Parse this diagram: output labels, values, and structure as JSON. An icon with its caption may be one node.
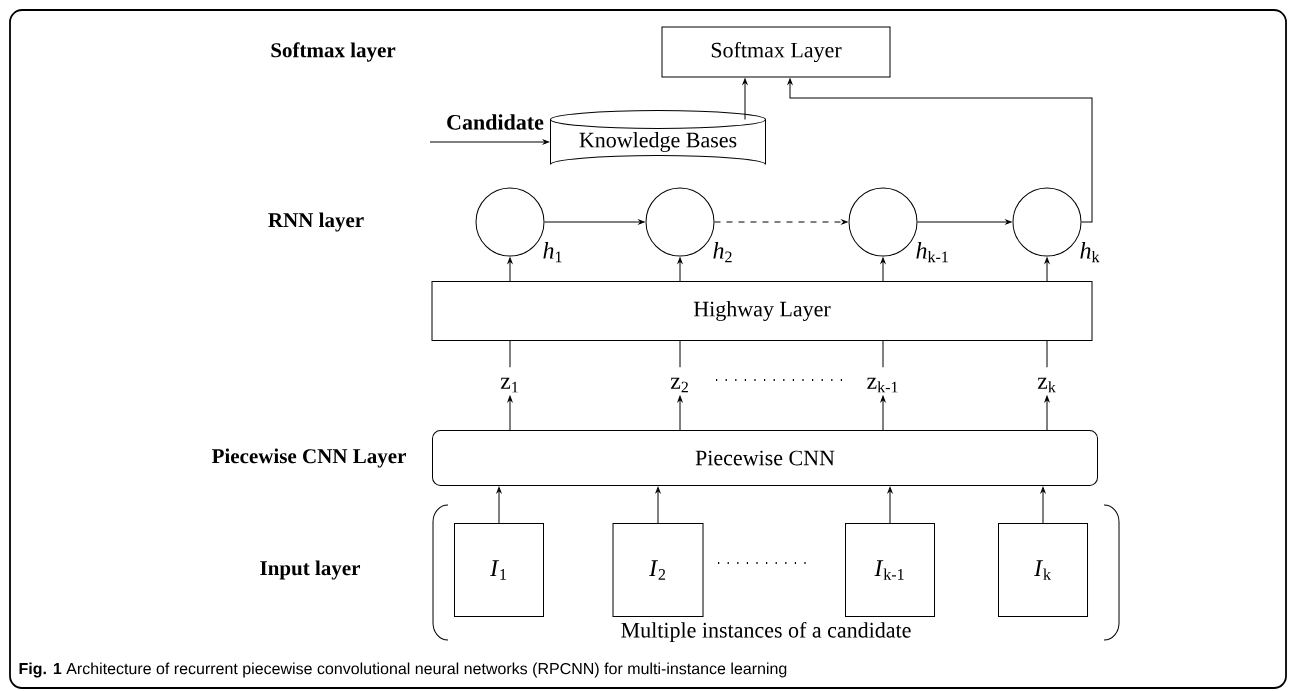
{
  "diagram": {
    "caption": "**Fig. 1** Architecture of recurrent piecewise convolutional neural networks (RPCNN) for multi-instance learning",
    "nodes": [
      {
        "text": [
          "Softmax Layer"
        ]
      },
      {
        "text": [
          "Knowledge Bases"
        ]
      },
      {
        "text": [],
        "shape": "circle",
        "beside": [
          "*h*$_{1}$"
        ]
      },
      {
        "text": [],
        "shape": "circle",
        "beside": [
          "*h*$_{2}$"
        ]
      },
      {
        "text": [],
        "shape": "circle",
        "beside": [
          "*h*$_{k-1}$"
        ]
      },
      {
        "text": [],
        "shape": "circle",
        "beside": [
          "*h*$_{k}$"
        ]
      },
      {
        "text": [
          "Highway Layer"
        ]
      },
      {
        "text": [
          "z$_{1}$"
        ]
      },
      {
        "text": [
          "z$_{2}$"
        ]
      },
      {
        "text": [
          "z$_{k-1}$"
        ]
      },
      {
        "text": [
          "z$_{k}$"
        ]
      },
      {
        "text": [
          "Piecewise CNN"
        ]
      },
      {
        "text": [
          "*I*$_{1}$"
        ]
      },
      {
        "text": [
          "*I*$_{2}$"
        ]
      },
      {
        "text": [
          "*I*$_{k-1}$"
        ]
      },
      {
        "text": [
          "*I*$_{k}$"
        ]
      }
    ],
    "edges": [
      {
        "from": null,
        "to": 1,
        "arrow": "to",
        "label": "Candidate"
      },
      {
        "from": 1,
        "to": 0,
        "arrow": "to"
      },
      {
        "from": 5,
        "to": 0,
        "arrow": "to"
      },
      {
        "from": 2,
        "to": 3,
        "arrow": "to"
      },
      {
        "from": 3,
        "to": 4,
        "arrow": "to",
        "style": "dashed"
      },
      {
        "from": 4,
        "to": 5,
        "arrow": "to"
      },
      {
        "from": 6,
        "to": 2,
        "arrow": "to"
      },
      {
        "from": 6,
        "to": 3,
        "arrow": "to"
      },
      {
        "from": 6,
        "to": 4,
        "arrow": "to"
      },
      {
        "from": 6,
        "to": 5,
        "arrow": "to"
      },
      {
        "from": 7,
        "to": 6,
        "arrow": "none"
      },
      {
        "from": 8,
        "to": 6,
        "arrow": "none"
      },
      {
        "from": 9,
        "to": 6,
        "arrow": "none"
      },
      {
        "from": 10,
        "to": 6,
        "arrow": "none"
      },
      {
        "from": 11,
        "to": 7,
        "arrow": "to"
      },
      {
        "from": 11,
        "to": 8,
        "arrow": "to"
      },
      {
        "from": 11,
        "to": 9,
        "arrow": "to"
      },
      {
        "from": 11,
        "to": 10,
        "arrow": "to"
      },
      {
        "from": 12,
        "to": 11,
        "arrow": "to"
      },
      {
        "from": 13,
        "to": 11,
        "arrow": "to"
      },
      {
        "from": 14,
        "to": 11,
        "arrow": "to"
      },
      {
        "from": 15,
        "to": 11,
        "arrow": "to"
      }
    ],
    "labels": [
      "Softmax layer",
      "RNN layer",
      "Piecewise CNN Layer",
      "Input layer",
      "Multiple instances of a candidate"
    ]
  }
}
